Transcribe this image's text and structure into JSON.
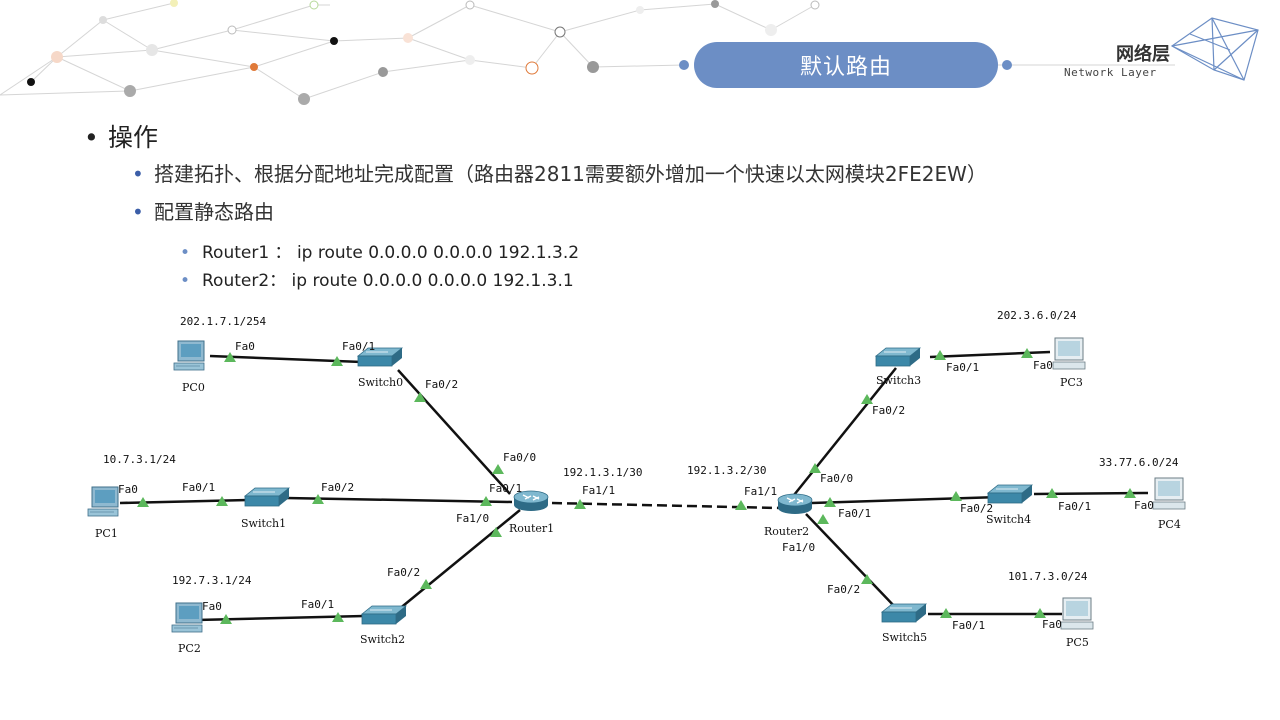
{
  "header": {
    "title": "默认路由",
    "brand_zh": "网络层",
    "brand_en": "Network Layer"
  },
  "content": {
    "l1": "操作",
    "l2": [
      "搭建拓扑、根据分配地址完成配置（路由器2811需要额外增加一个快速以太网模块2FE2EW）",
      "配置静态路由"
    ],
    "l3": [
      "Router1 ： ip route 0.0.0.0 0.0.0.0 192.1.3.2",
      "Router2： ip route 0.0.0.0 0.0.0.0 192.1.3.1"
    ]
  },
  "topology": {
    "networks": {
      "pc0": "202.1.7.1/254",
      "pc1": "10.7.3.1/24",
      "pc2": "192.7.3.1/24",
      "r1_fa11": "192.1.3.1/30",
      "r2_fa11": "192.1.3.2/30",
      "pc3": "202.3.6.0/24",
      "pc4": "33.77.6.0/24",
      "pc5": "101.7.3.0/24"
    },
    "devices": {
      "pc0": "PC0",
      "pc1": "PC1",
      "pc2": "PC2",
      "switch0": "Switch0",
      "switch1": "Switch1",
      "switch2": "Switch2",
      "router1": "Router1",
      "router2": "Router2",
      "switch3": "Switch3",
      "switch4": "Switch4",
      "switch5": "Switch5",
      "pc3": "PC3",
      "pc4": "PC4",
      "pc5": "PC5"
    },
    "ports": {
      "pc0_fa0": "Fa0",
      "sw0_fa01": "Fa0/1",
      "sw0_fa02": "Fa0/2",
      "r1_fa00": "Fa0/0",
      "pc1_fa0": "Fa0",
      "sw1_fa01": "Fa0/1",
      "sw1_fa02": "Fa0/2",
      "r1_fa01": "Fa0/1",
      "r1_fa10": "Fa1/0",
      "sw2_fa02": "Fa0/2",
      "sw2_fa01": "Fa0/1",
      "pc2_fa0": "Fa0",
      "r1_fa11": "Fa1/1",
      "r2_fa11": "Fa1/1",
      "r2_fa00": "Fa0/0",
      "sw3_fa02": "Fa0/2",
      "sw3_fa01": "Fa0/1",
      "pc3_fa0": "Fa0",
      "r2_fa01": "Fa0/1",
      "sw4_fa02": "Fa0/2",
      "sw4_fa01": "Fa0/1",
      "pc4_fa0": "Fa0",
      "r2_fa10": "Fa1/0",
      "sw5_fa02": "Fa0/2",
      "sw5_fa01": "Fa0/1",
      "pc5_fa0": "Fa0"
    }
  },
  "colors": {
    "accent": "#6c8ec5",
    "link": "#111111",
    "link_up": "#5cb85c",
    "device": "#3f7fa0"
  }
}
